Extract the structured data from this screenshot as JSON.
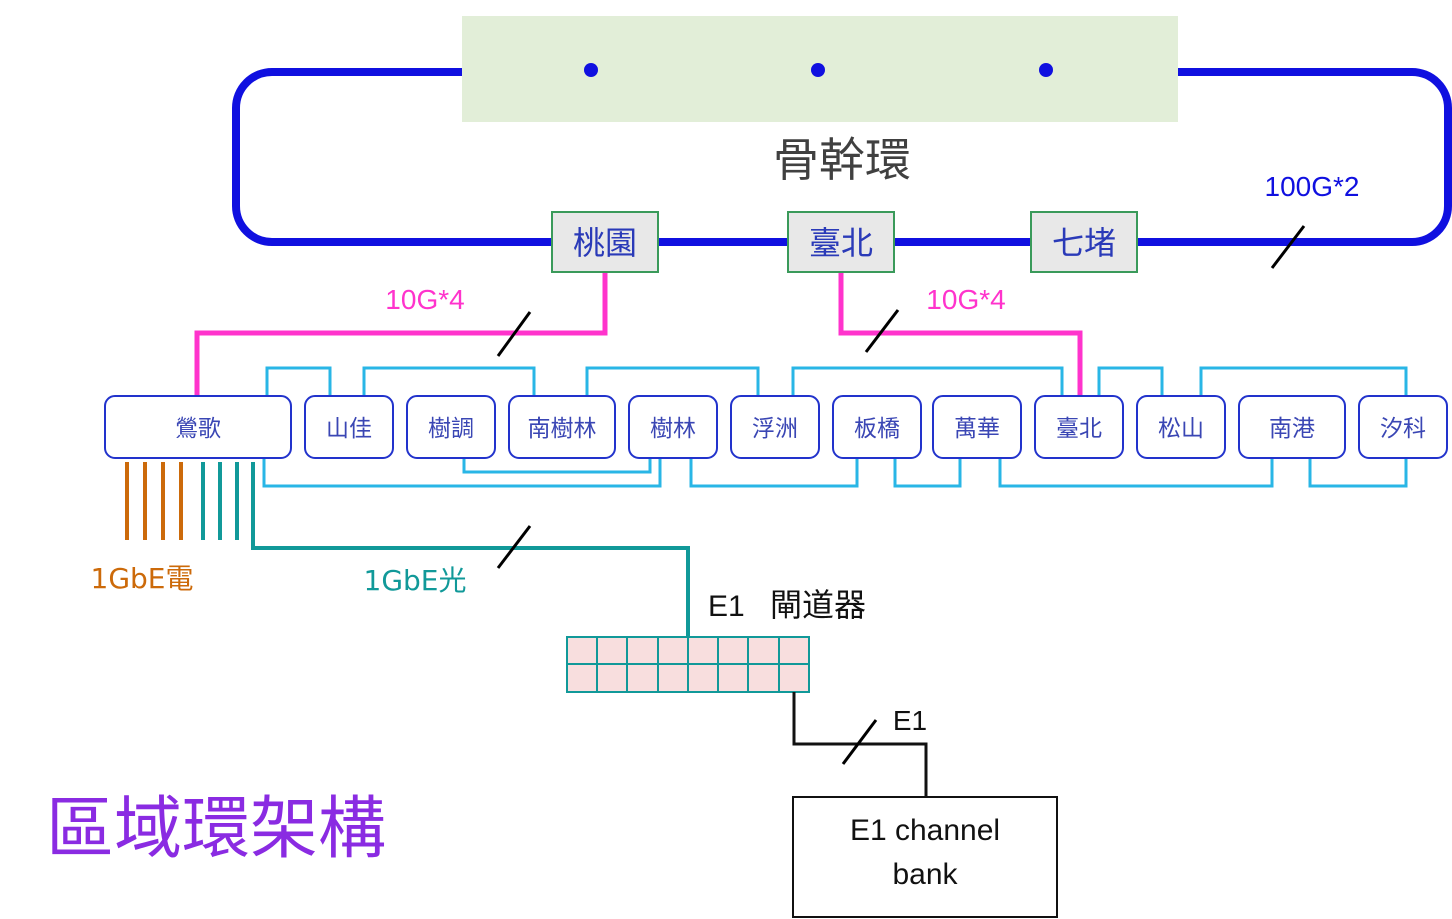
{
  "backbone": {
    "title": "骨幹環",
    "capacity_label": "100G*2",
    "nodes": [
      "桃園",
      "臺北",
      "七堵"
    ]
  },
  "uplinks": {
    "left_label": "10G*4",
    "right_label": "10G*4"
  },
  "ring_nodes": [
    "鶯歌",
    "山佳",
    "樹調",
    "南樹林",
    "樹林",
    "浮洲",
    "板橋",
    "萬華",
    "臺北",
    "松山",
    "南港",
    "汐科"
  ],
  "access": {
    "copper_label": "1GbE電",
    "fiber_label": "1GbE光"
  },
  "gateway": {
    "label_prefix": "E1",
    "label_name": "閘道器"
  },
  "e1_link_label": "E1",
  "channel_bank": {
    "line1": "E1 channel",
    "line2": "bank"
  },
  "title": "區域環架構",
  "colors": {
    "backbone": "#1010e0",
    "uplink": "#ff33cc",
    "ring": "#29b6e6",
    "node_border": "#2233cc",
    "node_text": "#3a46b4",
    "backbone_node_fill": "#e8e8e8",
    "backbone_node_border": "#3a9a5a",
    "copper": "#cc6a0a",
    "fiber": "#119999",
    "gateway_fill": "#f8dede",
    "gateway_border": "#119999",
    "title": "#8a2be2",
    "core_fill": "#e2eed8"
  }
}
